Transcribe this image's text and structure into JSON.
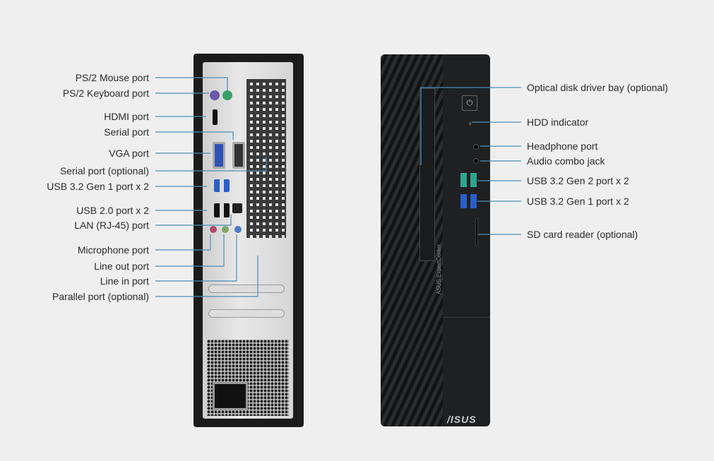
{
  "left_labels": [
    "PS/2 Mouse port",
    "PS/2 Keyboard port",
    "HDMI port",
    "Serial port",
    "VGA port",
    "Serial port (optional)",
    "USB 3.2 Gen 1 port x 2",
    "USB 2.0 port x 2",
    "LAN (RJ-45) port",
    "Microphone port",
    "Line out port",
    "Line in port",
    "Parallel port (optional)"
  ],
  "right_labels": [
    "Optical disk driver bay (optional)",
    "HDD indicator",
    "Headphone port",
    "Audio combo jack",
    "USB 3.2 Gen 2 port x 2",
    "USB 3.2 Gen 1 port x 2",
    "SD card reader (optional)"
  ],
  "front": {
    "brand": "/ISUS",
    "model": "ASUS ExpertCenter",
    "power_icon": "power-icon"
  },
  "colors": {
    "leader_line": "#4a90b8",
    "background": "#efefef",
    "chassis": "#1f2022"
  }
}
